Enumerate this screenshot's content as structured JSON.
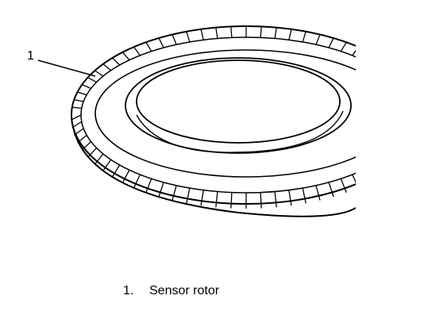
{
  "callout": {
    "number": "1"
  },
  "legend": [
    {
      "number": "1.",
      "label": "Sensor rotor"
    }
  ],
  "colors": {
    "ink": "#000000",
    "paper": "#ffffff"
  }
}
